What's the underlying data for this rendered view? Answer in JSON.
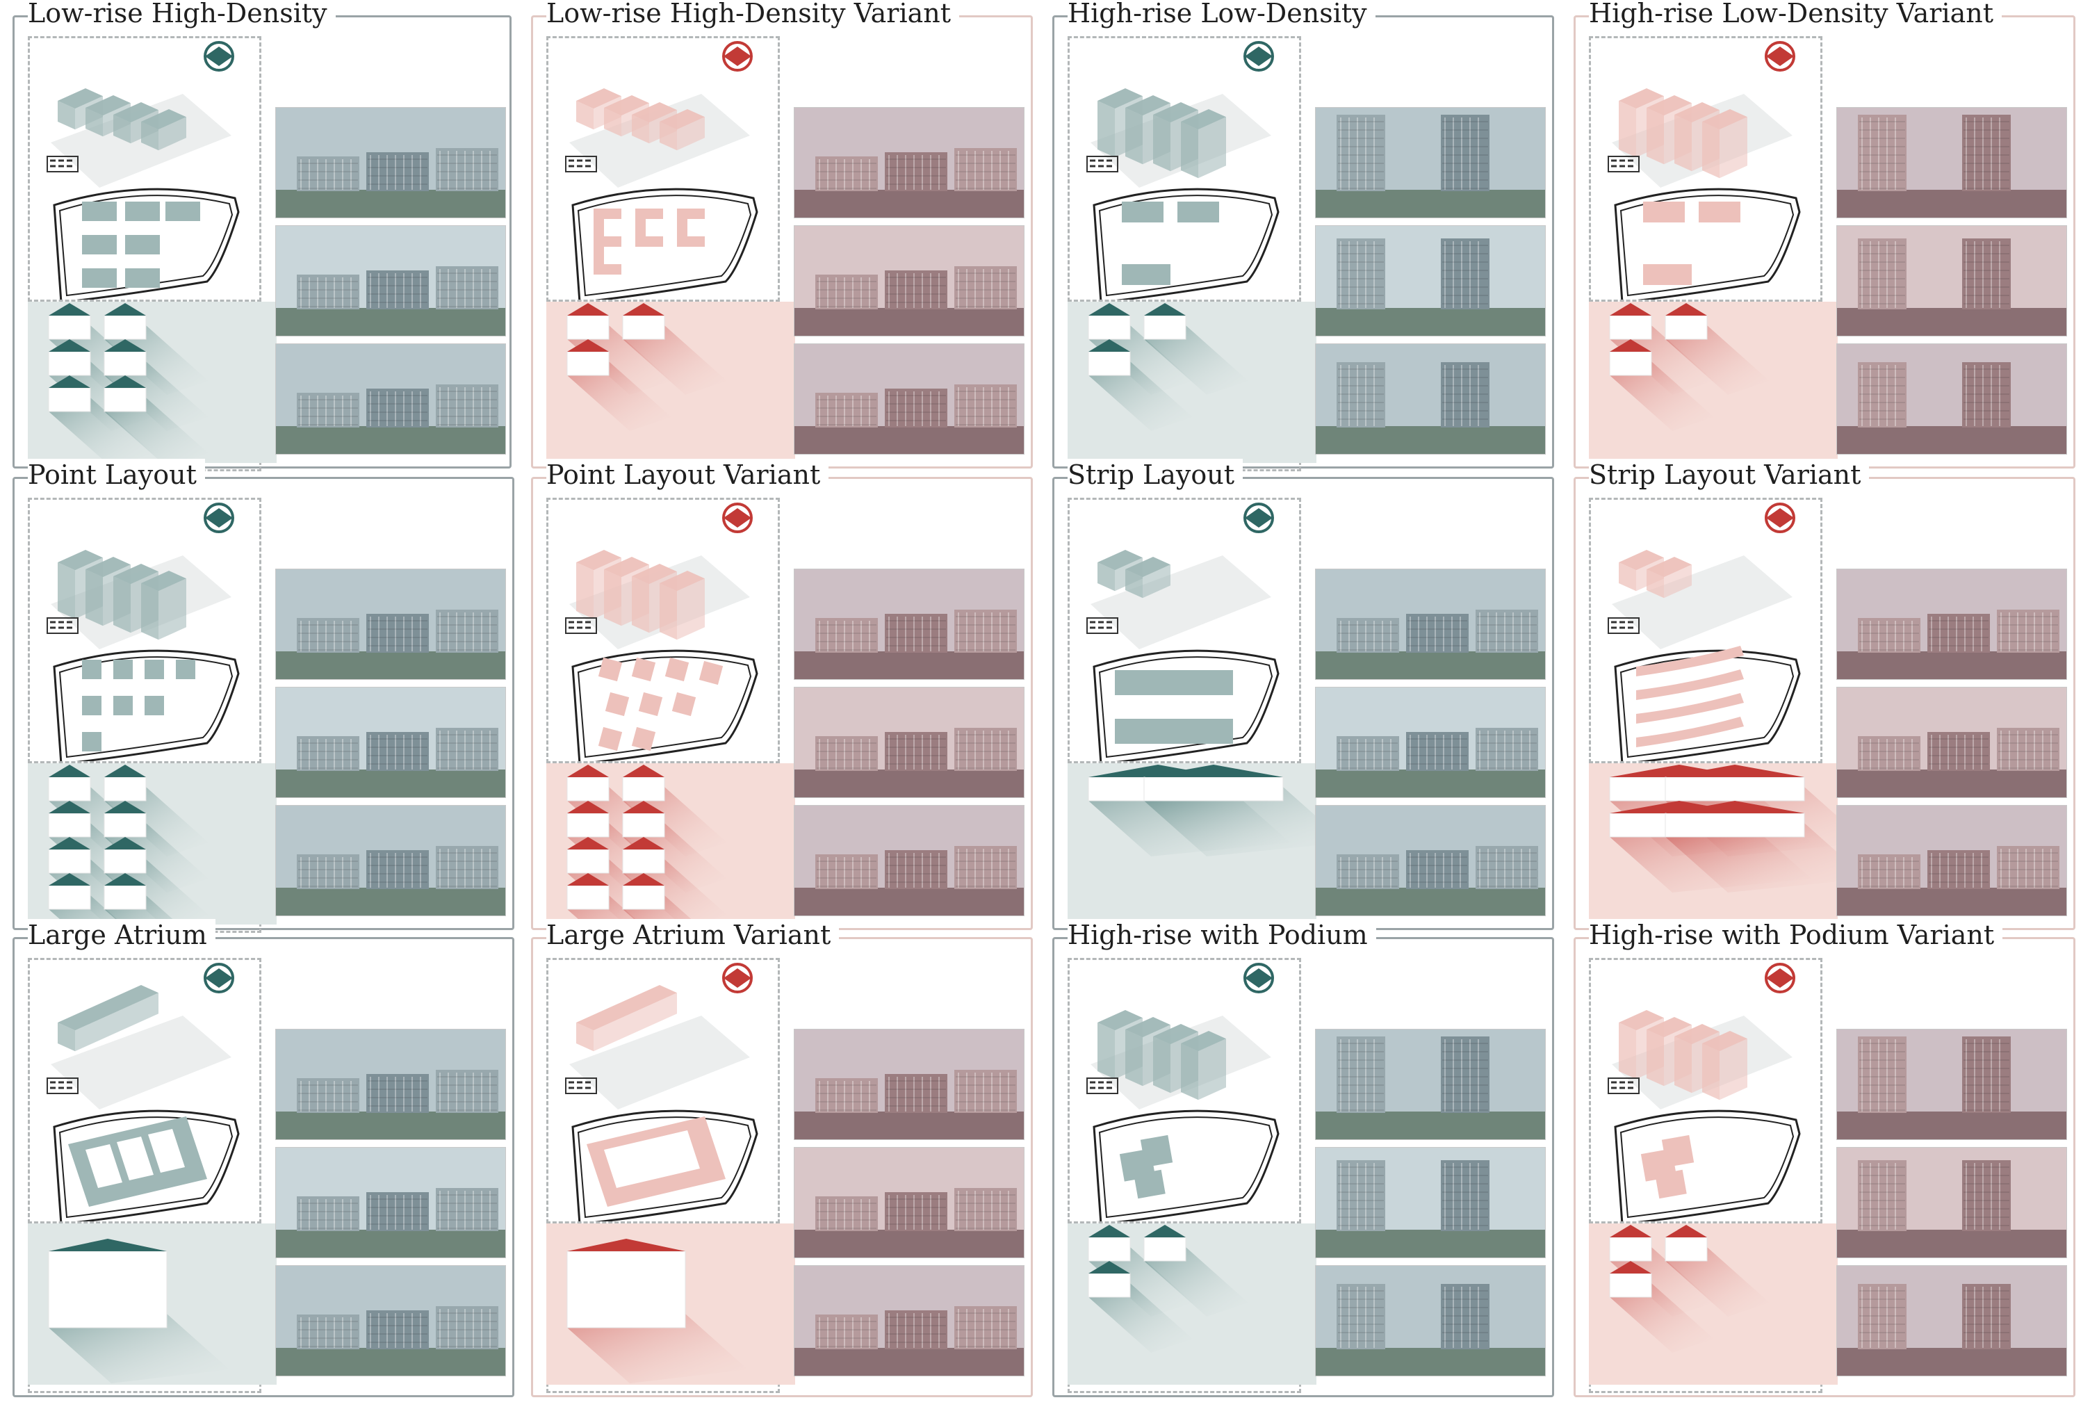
{
  "colors": {
    "teal": "#2f6764",
    "teal_light": "#9fb7b6",
    "red": "#c23a36",
    "red_light": "#edc1bb",
    "frame_teal": "#9aa3a6",
    "frame_red": "#e2c9c4"
  },
  "panels": [
    {
      "title": "Low-rise High-Density",
      "scheme": "teal",
      "layout": "grid6"
    },
    {
      "title": "Low-rise High-Density Variant",
      "scheme": "red",
      "layout": "comb"
    },
    {
      "title": "High-rise Low-Density",
      "scheme": "teal",
      "layout": "towers3"
    },
    {
      "title": "High-rise Low-Density Variant",
      "scheme": "red",
      "layout": "towers3"
    },
    {
      "title": "Point Layout",
      "scheme": "teal",
      "layout": "points"
    },
    {
      "title": "Point Layout Variant",
      "scheme": "red",
      "layout": "points_rot"
    },
    {
      "title": "Strip Layout",
      "scheme": "teal",
      "layout": "strips2"
    },
    {
      "title": "Strip Layout Variant",
      "scheme": "red",
      "layout": "strips_curved"
    },
    {
      "title": "Large Atrium",
      "scheme": "teal",
      "layout": "atrium3"
    },
    {
      "title": "Large Atrium Variant",
      "scheme": "red",
      "layout": "atrium1"
    },
    {
      "title": "High-rise with Podium",
      "scheme": "teal",
      "layout": "podium"
    },
    {
      "title": "High-rise with Podium Variant",
      "scheme": "red",
      "layout": "podium"
    }
  ],
  "icons": {
    "axonometric": "axonometric-massing-icon",
    "compass": "north-arrow-icon",
    "key": "site-key-icon",
    "plan": "site-plan-icon",
    "shadow": "shadow-massing-icon",
    "photo": "building-render-photo"
  }
}
